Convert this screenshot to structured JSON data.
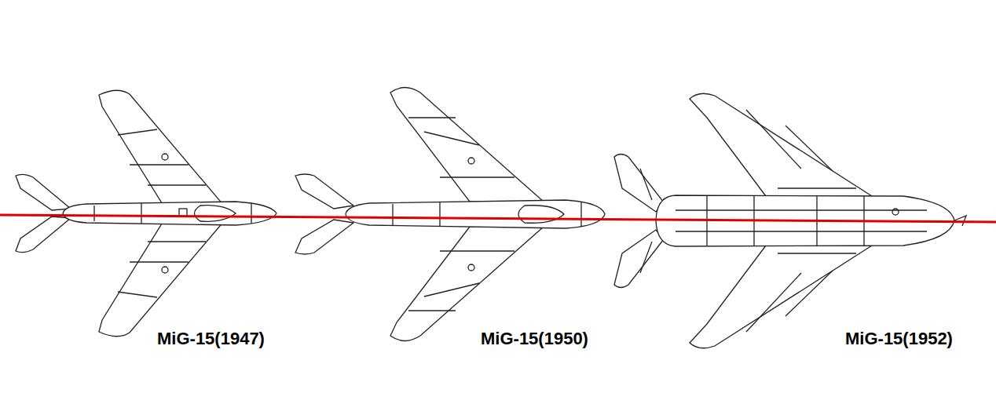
{
  "diagram": {
    "labels": [
      "MiG-15(1947)",
      "MiG-15(1950)",
      "MiG-15(1952)"
    ]
  }
}
